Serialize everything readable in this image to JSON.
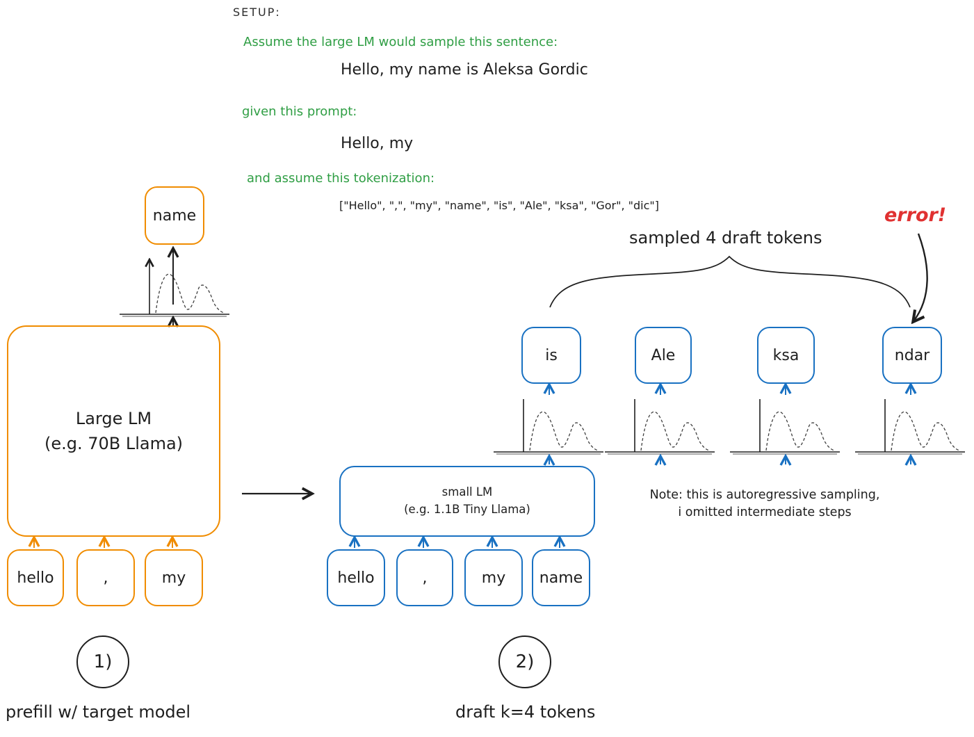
{
  "colors": {
    "orange": "#f08c00",
    "blue": "#1971c2",
    "green": "#2f9e44",
    "red": "#e03131",
    "ink": "#1e1e1e"
  },
  "setup": {
    "title": "SETUP:",
    "assumption_label": "Assume the large LM would sample this sentence:",
    "sentence": "Hello, my name is Aleksa Gordic",
    "prompt_label": "given this prompt:",
    "prompt": "Hello, my",
    "tokenization_label": "and assume this tokenization:",
    "tokenization": "[\"Hello\", \",\", \"my\", \"name\", \"is\", \"Ale\", \"ksa\", \"Gor\", \"dic\"]"
  },
  "step1": {
    "model_name": "Large LM",
    "model_detail": "(e.g. 70B Llama)",
    "input_tokens": [
      "hello",
      ",",
      "my"
    ],
    "output_token": "name",
    "number": "1)",
    "caption": "prefill w/ target model"
  },
  "step2": {
    "model_name": "small LM",
    "model_detail": "(e.g. 1.1B Tiny Llama)",
    "input_tokens": [
      "hello",
      ",",
      "my",
      "name"
    ],
    "draft_tokens": [
      "is",
      "Ale",
      "ksa",
      "ndar"
    ],
    "number": "2)",
    "caption": "draft k=4 tokens",
    "brace_label": "sampled 4 draft tokens",
    "error_label": "error!",
    "note_line1": "Note: this is autoregressive sampling,",
    "note_line2": "i omitted intermediate steps"
  }
}
